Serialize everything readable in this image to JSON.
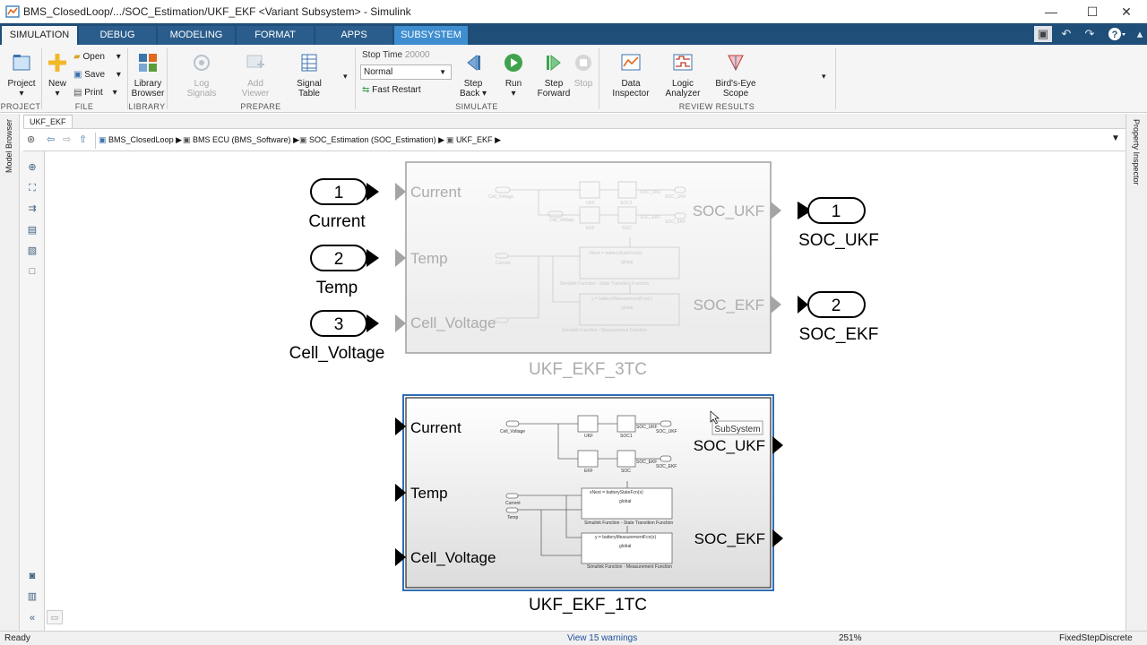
{
  "window": {
    "title": "BMS_ClosedLoop/.../SOC_Estimation/UKF_EKF  <Variant Subsystem> - Simulink",
    "minimize": "—",
    "maximize": "☐",
    "close": "✕"
  },
  "tabs": [
    "SIMULATION",
    "DEBUG",
    "MODELING",
    "FORMAT",
    "APPS",
    "SUBSYSTEM"
  ],
  "ribbon": {
    "project": "Project",
    "new": "New",
    "open": "Open",
    "save": "Save",
    "print": "Print",
    "library_browser_1": "Library",
    "library_browser_2": "Browser",
    "log_signals_1": "Log",
    "log_signals_2": "Signals",
    "add_viewer_1": "Add",
    "add_viewer_2": "Viewer",
    "signal_table_1": "Signal",
    "signal_table_2": "Table",
    "stop_time_label": "Stop Time",
    "stop_time_value": "20000",
    "sim_mode": "Normal",
    "fast_restart": "Fast Restart",
    "step_back_1": "Step",
    "step_back_2": "Back",
    "run": "Run",
    "step_forward_1": "Step",
    "step_forward_2": "Forward",
    "stop": "Stop",
    "data_inspector_1": "Data",
    "data_inspector_2": "Inspector",
    "logic_analyzer_1": "Logic",
    "logic_analyzer_2": "Analyzer",
    "birds_eye_1": "Bird's-Eye",
    "birds_eye_2": "Scope",
    "groups": {
      "project": "PROJECT",
      "file": "FILE",
      "library": "LIBRARY",
      "prepare": "PREPARE",
      "simulate": "SIMULATE",
      "review": "REVIEW RESULTS"
    }
  },
  "model_tab": "UKF_EKF",
  "breadcrumbs": [
    "BMS_ClosedLoop",
    "BMS ECU (BMS_Software)",
    "SOC_Estimation (SOC_Estimation)",
    "UKF_EKF"
  ],
  "side": {
    "model_browser": "Model Browser",
    "property_inspector": "Property Inspector"
  },
  "diagram": {
    "inports": [
      {
        "num": "1",
        "label": "Current"
      },
      {
        "num": "2",
        "label": "Temp"
      },
      {
        "num": "3",
        "label": "Cell_Voltage"
      }
    ],
    "outports": [
      {
        "num": "1",
        "label": "SOC_UKF"
      },
      {
        "num": "2",
        "label": "SOC_EKF"
      }
    ],
    "subsystem_top": {
      "name": "UKF_EKF_3TC",
      "in_ports": [
        "Current",
        "Temp",
        "Cell_Voltage"
      ],
      "out_ports": [
        "SOC_UKF",
        "SOC_EKF"
      ]
    },
    "subsystem_bottom": {
      "name": "UKF_EKF_1TC",
      "in_ports": [
        "Current",
        "Temp",
        "Cell_Voltage"
      ],
      "out_ports": [
        "SOC_UKF",
        "SOC_EKF"
      ]
    },
    "tooltip": "SubSystem",
    "inner": {
      "cell_voltage": "Cell_Voltage",
      "current": "Current",
      "temp": "Temp",
      "ukf": "UKF",
      "ekf": "EKF",
      "soc1": "SOC1",
      "soc": "SOC",
      "soc_ukf": "SOC_UKF",
      "soc_ekf": "SOC_EKF",
      "state_fcn": "xNext = batteryStateFcn(x)",
      "meas_fcn": "y = batteryMeasurementFcn(x)",
      "global": "global",
      "state_caption": "Simulink Function - State Transition Function",
      "meas_caption": "Simulink Function - Measurement Function"
    }
  },
  "status": {
    "ready": "Ready",
    "warnings": "View 15 warnings",
    "zoom": "251%",
    "solver": "FixedStepDiscrete"
  },
  "colors": {
    "tab_bar": "#1f4e79",
    "tab": "#2b5d8c",
    "subsystem_tab": "#3e8ed0",
    "selection": "#2f6fb5"
  }
}
